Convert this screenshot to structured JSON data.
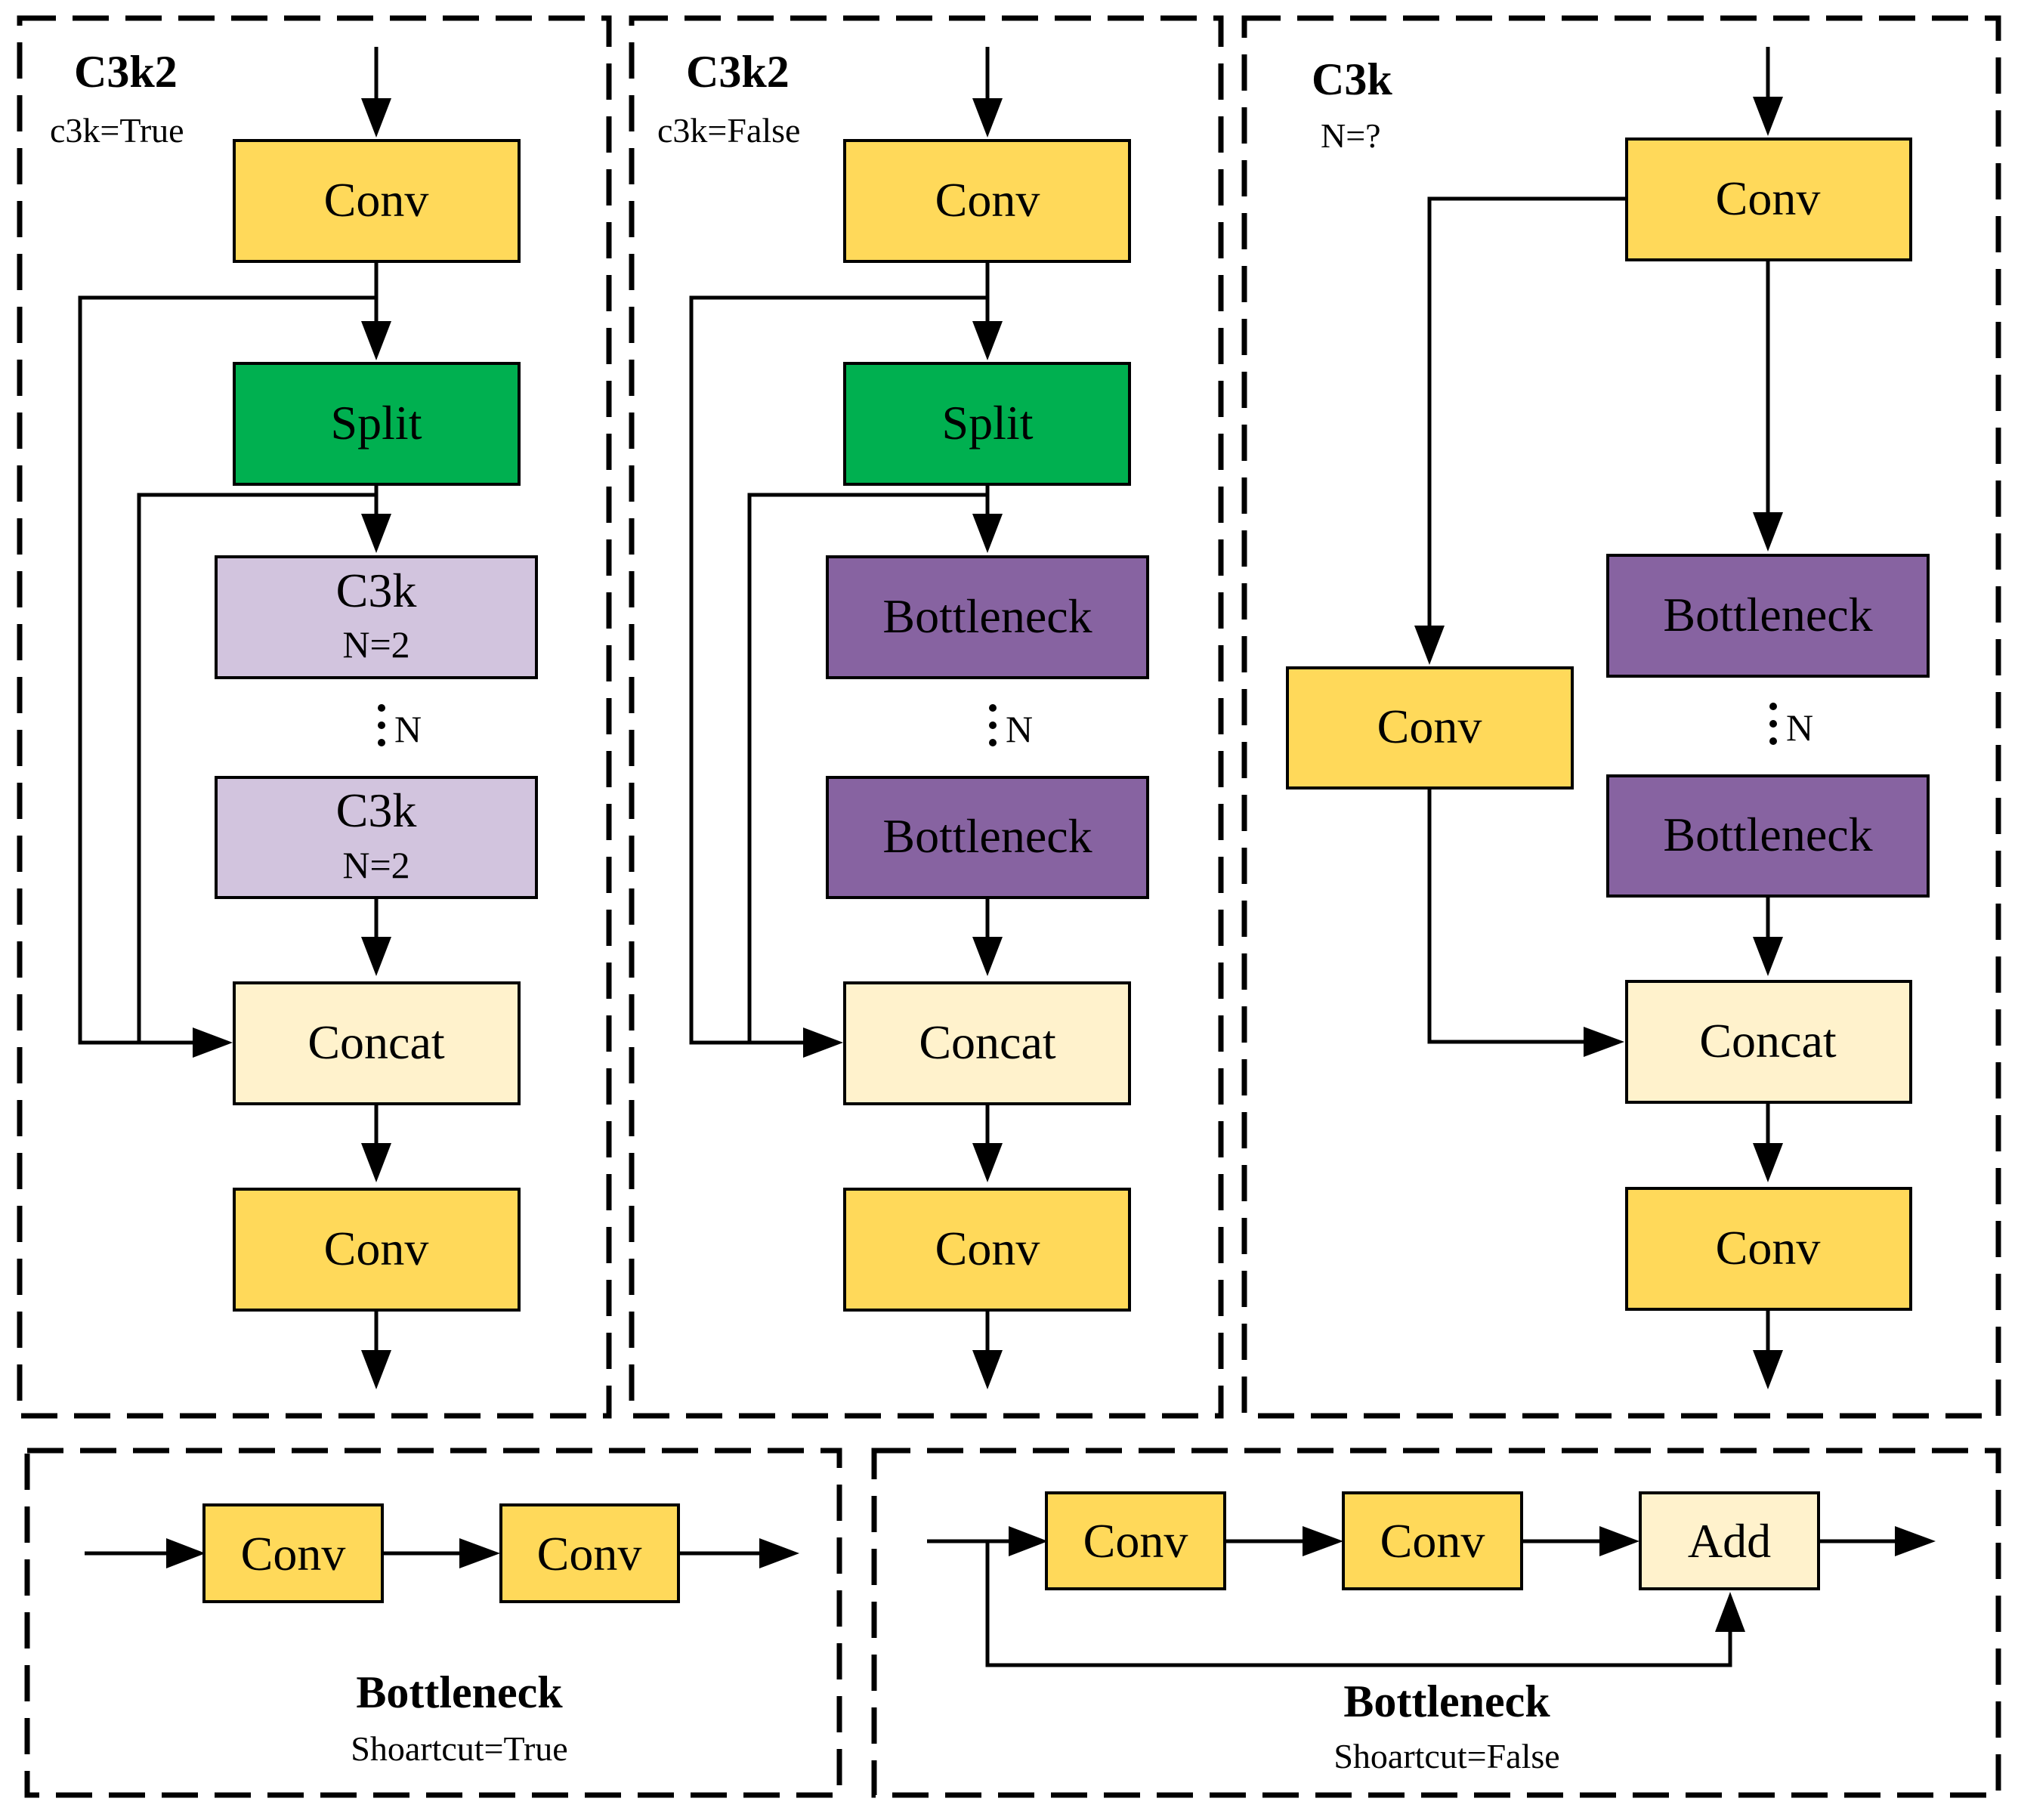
{
  "panels": {
    "c3k2_true": {
      "title": "C3k2",
      "subtitle": "c3k=True",
      "conv_top": "Conv",
      "split": "Split",
      "c3k_1_name": "C3k",
      "c3k_1_n": "N=2",
      "repeat_label": "N",
      "c3k_2_name": "C3k",
      "c3k_2_n": "N=2",
      "concat": "Concat",
      "conv_bottom": "Conv"
    },
    "c3k2_false": {
      "title": "C3k2",
      "subtitle": "c3k=False",
      "conv_top": "Conv",
      "split": "Split",
      "bottleneck_1": "Bottleneck",
      "repeat_label": "N",
      "bottleneck_2": "Bottleneck",
      "concat": "Concat",
      "conv_bottom": "Conv"
    },
    "c3k": {
      "title": "C3k",
      "subtitle": "N=?",
      "conv_top": "Conv",
      "conv_side": "Conv",
      "bottleneck_1": "Bottleneck",
      "repeat_label": "N",
      "bottleneck_2": "Bottleneck",
      "concat": "Concat",
      "conv_bottom": "Conv"
    },
    "bottleneck_true": {
      "conv_1": "Conv",
      "conv_2": "Conv",
      "title": "Bottleneck",
      "subtitle": "Shoartcut=True"
    },
    "bottleneck_false": {
      "conv_1": "Conv",
      "conv_2": "Conv",
      "add": "Add",
      "title": "Bottleneck",
      "subtitle": "Shoartcut=False"
    }
  },
  "colors": {
    "conv": "#FFD95A",
    "split": "#00B050",
    "c3k_block": "#D2C4DE",
    "bottleneck": "#8763A1",
    "concat": "#FFF2CC",
    "add": "#FFF2CC"
  }
}
